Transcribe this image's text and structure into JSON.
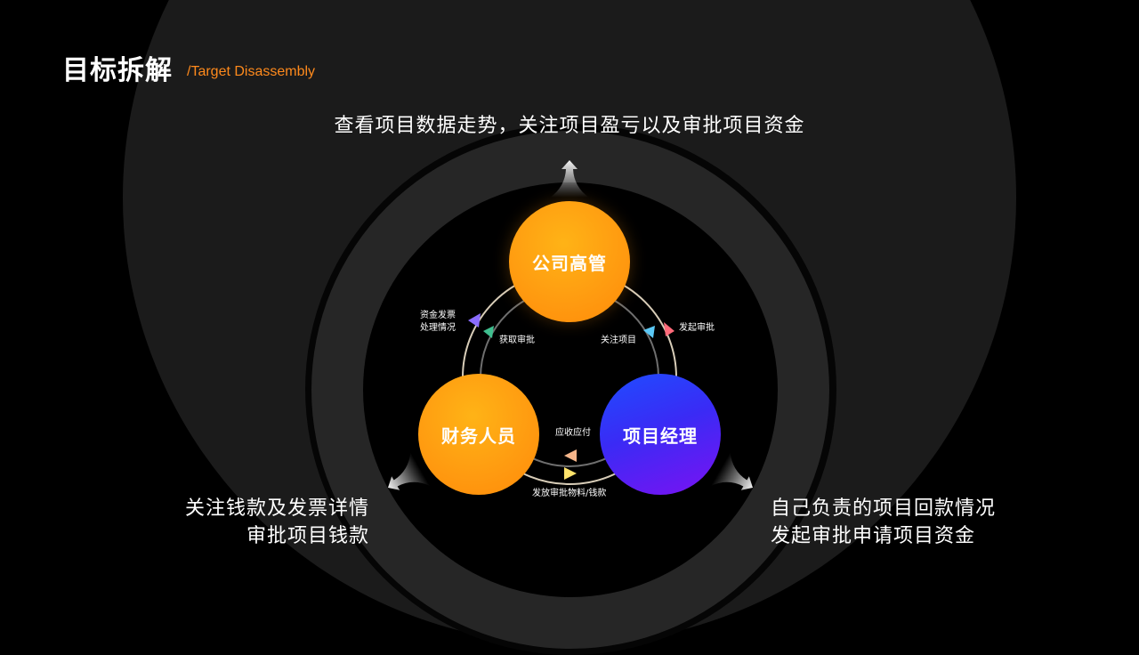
{
  "title": "目标拆解",
  "subtitle": "/Target Disassembly",
  "top_caption": "查看项目数据走势，关注项目盈亏以及审批项目资金",
  "left_caption": [
    "关注钱款及发票详情",
    "审批项目钱款"
  ],
  "right_caption": [
    "自己负责的项目回款情况",
    "发起审批申请项目资金"
  ],
  "nodes": {
    "executive": "公司高管",
    "finance": "财务人员",
    "project_manager": "项目经理"
  },
  "flows": {
    "fin_to_exec_outer": [
      "资金发票",
      "处理情况"
    ],
    "exec_to_fin_inner": "获取审批",
    "pm_to_exec_inner": "关注项目",
    "pm_to_exec_outer": "发起审批",
    "pm_to_fin_inner": "应收应付",
    "fin_to_pm_outer": "发放审批物料/钱款"
  },
  "colors": {
    "accent_orange": "#ff8a1c",
    "node_orange": "#ff9a10",
    "node_blue": "#1f4dff",
    "node_purple": "#7a12f2",
    "arrow_purple": "#8a6cff",
    "arrow_green": "#3fbf8f",
    "arrow_cyan": "#5bc8f5",
    "arrow_pink": "#ff6b7a",
    "arrow_peach": "#f5b58a",
    "arrow_yellow": "#ffe36b"
  },
  "icons": [
    "triangle-arrow-icon",
    "exhaust-arrow-icon"
  ]
}
